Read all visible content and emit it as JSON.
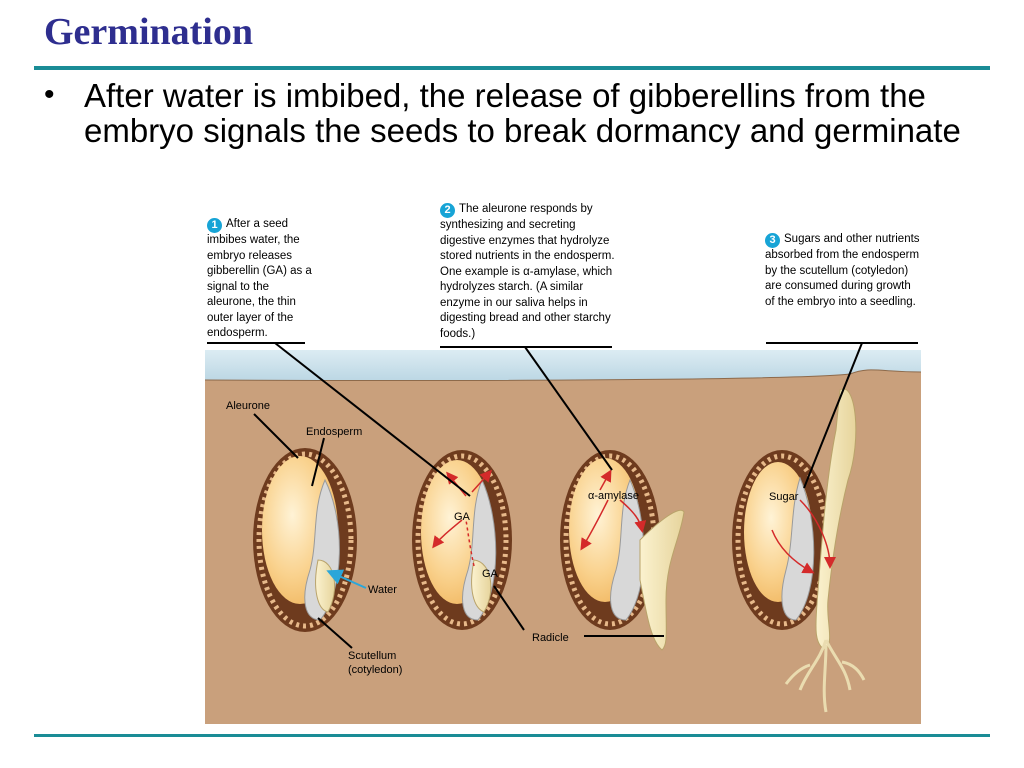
{
  "title": "Germination",
  "bullet": {
    "symbol": "•",
    "text": "After water is imbibed, the release of gibberellins from the embryo signals the seeds to break dormancy and germinate"
  },
  "steps": [
    {
      "number": "1",
      "text": "After a seed imbibes water, the embryo releases gibberellin (GA) as a signal to the aleurone, the thin outer layer of the endosperm."
    },
    {
      "number": "2",
      "text": "The aleurone responds by synthesizing and secreting digestive enzymes that hydrolyze stored nutrients in the endosperm. One example is α-amylase, which hydrolyzes starch. (A similar enzyme in our saliva helps in digesting bread and other starchy foods.)"
    },
    {
      "number": "3",
      "text": "Sugars and other nutrients absorbed from the endosperm by the scutellum (cotyledon) are consumed during growth of the embryo into a seedling."
    }
  ],
  "labels": {
    "aleurone": "Aleurone",
    "endosperm": "Endosperm",
    "water": "Water",
    "scutellum_1": "Scutellum",
    "scutellum_2": "(cotyledon)",
    "ga_top": "GA",
    "ga_bottom": "GA",
    "amylase": "α-amylase",
    "radicle": "Radicle",
    "sugar": "Sugar"
  },
  "colors": {
    "title": "#2e2e8f",
    "rule": "#1a8c96",
    "step_badge": "#17a4d6",
    "soil": "#c9a07c",
    "sky": "#cfe4ee",
    "seed_coat": "#6e3b1e",
    "endosperm": "#f6c477",
    "arrow_red": "#d42a2a",
    "arrow_blue": "#2aa6d9"
  }
}
